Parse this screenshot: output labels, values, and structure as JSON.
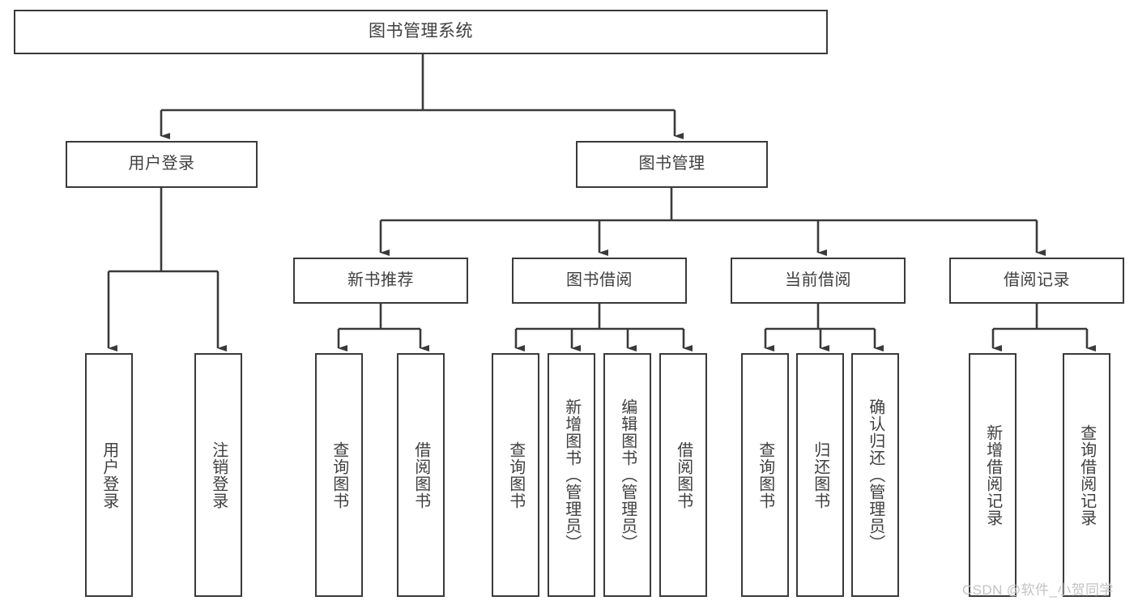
{
  "diagram": {
    "title": "图书管理系统",
    "type": "tree",
    "stroke_color": "#3a3a3a",
    "text_color": "#3f3f3f",
    "background_color": "#ffffff",
    "watermark": "CSDN @软件_小贺同学",
    "nodes": {
      "root": {
        "label": "图书管理系统"
      },
      "level2": [
        {
          "id": "user-login",
          "label": "用户登录"
        },
        {
          "id": "book-management",
          "label": "图书管理"
        }
      ],
      "level3": [
        {
          "id": "new-book-recommend",
          "label": "新书推荐"
        },
        {
          "id": "book-borrow",
          "label": "图书借阅"
        },
        {
          "id": "current-borrow",
          "label": "当前借阅"
        },
        {
          "id": "borrow-record",
          "label": "借阅记录"
        }
      ],
      "leaves": {
        "user_login": [
          {
            "id": "leaf-user-login",
            "label": "用户登录"
          },
          {
            "id": "leaf-user-logout",
            "label": "注销登录"
          }
        ],
        "new_book_recommend": [
          {
            "id": "leaf-query-book-1",
            "label": "查询图书"
          },
          {
            "id": "leaf-borrow-book-1",
            "label": "借阅图书"
          }
        ],
        "book_borrow": [
          {
            "id": "leaf-query-book-2",
            "label": "查询图书"
          },
          {
            "id": "leaf-add-book",
            "label": "新增图书（管理员）"
          },
          {
            "id": "leaf-edit-book",
            "label": "编辑图书（管理员）"
          },
          {
            "id": "leaf-borrow-book-2",
            "label": "借阅图书"
          }
        ],
        "current_borrow": [
          {
            "id": "leaf-query-book-3",
            "label": "查询图书"
          },
          {
            "id": "leaf-return-book",
            "label": "归还图书"
          },
          {
            "id": "leaf-confirm-return",
            "label": "确认归还（管理员）"
          }
        ],
        "borrow_record": [
          {
            "id": "leaf-add-record",
            "label": "新增借阅记录"
          },
          {
            "id": "leaf-query-record",
            "label": "查询借阅记录"
          }
        ]
      }
    }
  }
}
